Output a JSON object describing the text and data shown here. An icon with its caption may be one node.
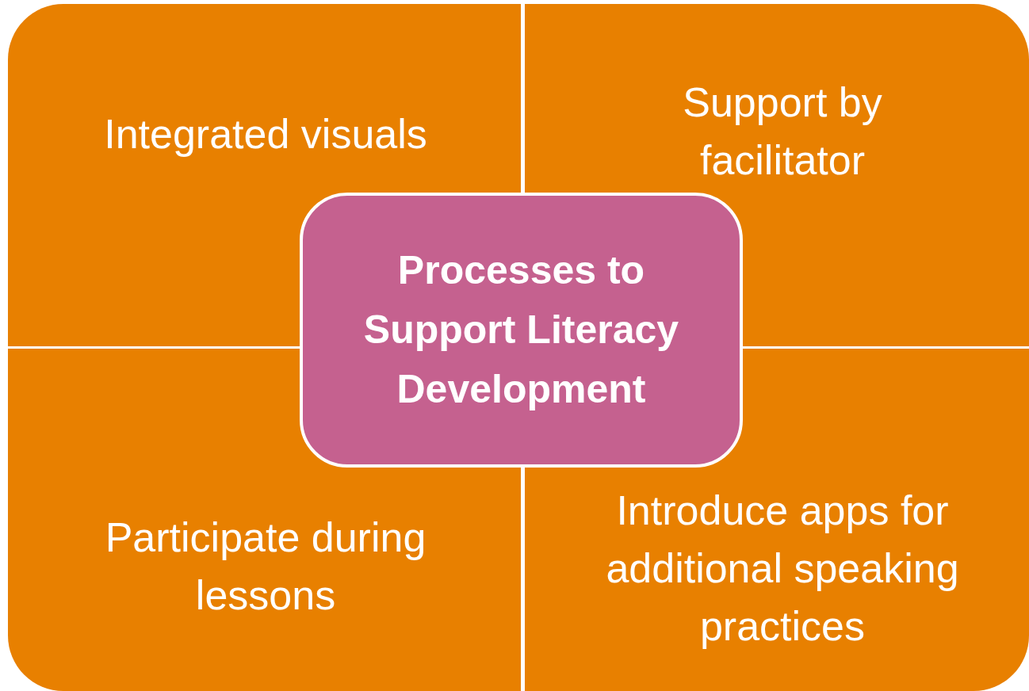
{
  "diagram": {
    "nodes": [
      {
        "text": [
          "Integrated visuals"
        ]
      },
      {
        "text": [
          "Support by facilitator"
        ]
      },
      {
        "text": [
          "Processes to Support Literacy Development"
        ]
      },
      {
        "text": [
          "Participate during lessons"
        ]
      },
      {
        "text": [
          "Introduce apps for additional speaking practices"
        ]
      }
    ]
  }
}
